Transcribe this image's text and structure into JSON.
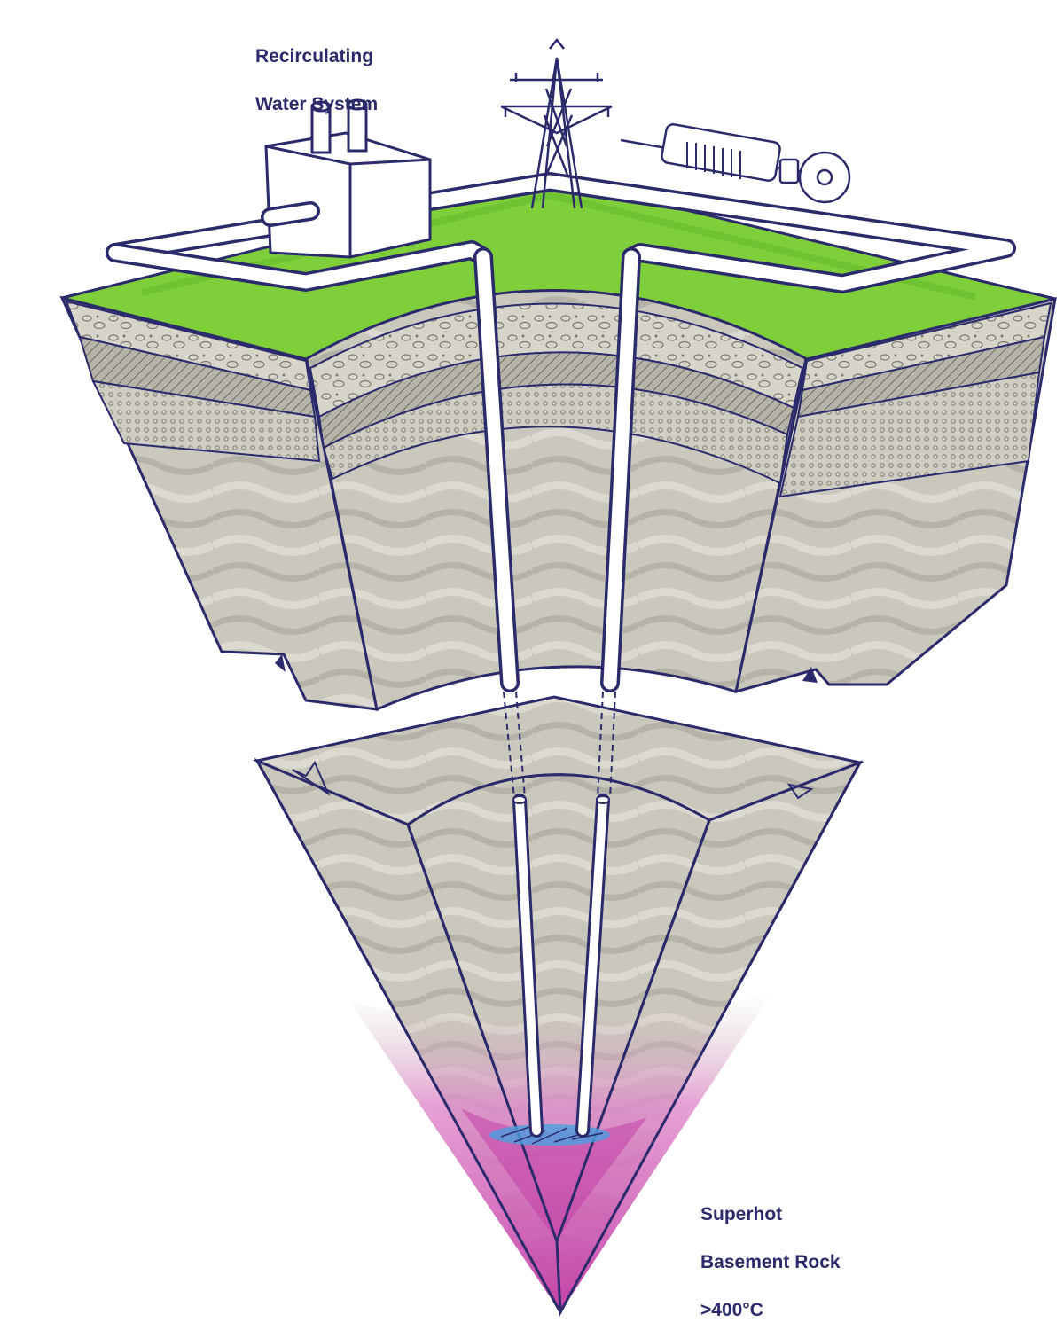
{
  "labels": {
    "recirculating_line1": "Recirculating",
    "recirculating_line2": "Water System",
    "rock_line1": "Superhot",
    "rock_line2": "Basement Rock",
    "rock_line3": ">400°C"
  },
  "colors": {
    "outline": "#2b2a6b",
    "grass": "#7fcf3a",
    "grass_dark": "#5fb52a",
    "rock": "#c9c7bb",
    "rock_light": "#dddbd0",
    "rock_dark": "#a9a79b",
    "hot": "#c23aa6",
    "hot_light": "#e08acb",
    "fracture": "#4aa0e0",
    "pipe": "#ffffff"
  },
  "icons": [
    "building-icon",
    "power-tower-icon",
    "turbine-generator-icon"
  ]
}
